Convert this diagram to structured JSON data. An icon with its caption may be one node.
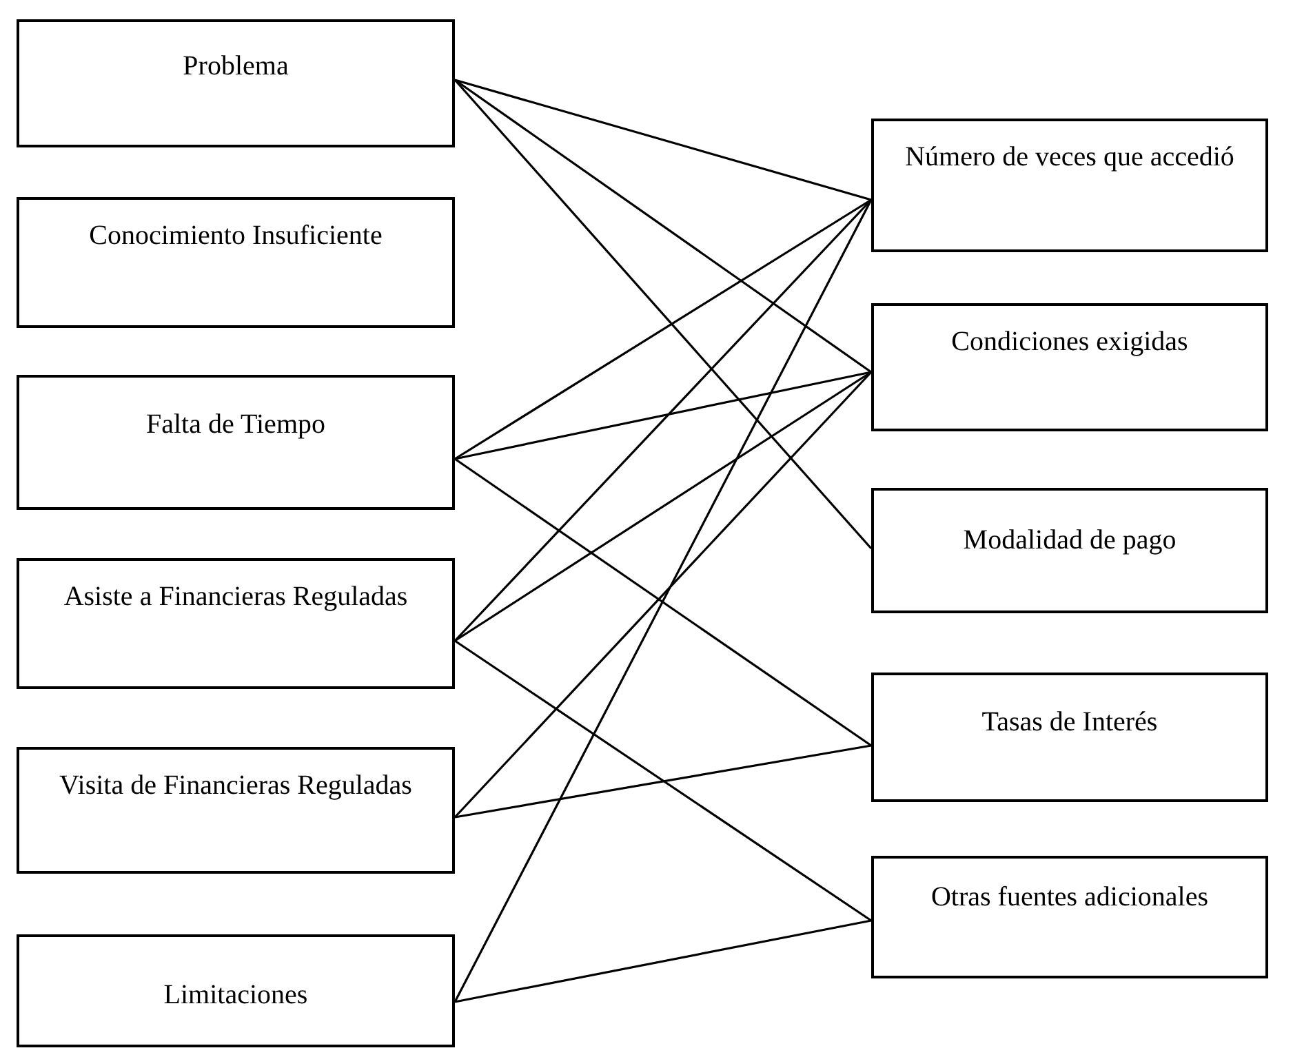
{
  "diagram": {
    "nodes": [
      {
        "text": [
          "Problema"
        ]
      },
      {
        "text": [
          "Conocimiento Insuficiente"
        ]
      },
      {
        "text": [
          "Falta de Tiempo"
        ]
      },
      {
        "text": [
          "Asiste a Financieras Reguladas"
        ]
      },
      {
        "text": [
          "Visita de Financieras Reguladas"
        ]
      },
      {
        "text": [
          "Limitaciones"
        ]
      },
      {
        "text": [
          "Número de veces que accedió"
        ]
      },
      {
        "text": [
          "Condiciones exigidas"
        ]
      },
      {
        "text": [
          "Modalidad de pago"
        ]
      },
      {
        "text": [
          "Tasas de Interés"
        ]
      },
      {
        "text": [
          "Otras fuentes adicionales"
        ]
      }
    ],
    "edges": [
      {
        "from": 0,
        "to": 6,
        "arrow": "none"
      },
      {
        "from": 0,
        "to": 7,
        "arrow": "none"
      },
      {
        "from": 0,
        "to": 8,
        "arrow": "none"
      },
      {
        "from": 2,
        "to": 6,
        "arrow": "none"
      },
      {
        "from": 2,
        "to": 7,
        "arrow": "none"
      },
      {
        "from": 2,
        "to": 9,
        "arrow": "none"
      },
      {
        "from": 3,
        "to": 6,
        "arrow": "none"
      },
      {
        "from": 3,
        "to": 7,
        "arrow": "none"
      },
      {
        "from": 3,
        "to": 10,
        "arrow": "none"
      },
      {
        "from": 4,
        "to": 7,
        "arrow": "none"
      },
      {
        "from": 4,
        "to": 9,
        "arrow": "none"
      },
      {
        "from": 5,
        "to": 6,
        "arrow": "none"
      },
      {
        "from": 5,
        "to": 10,
        "arrow": "none"
      }
    ]
  }
}
